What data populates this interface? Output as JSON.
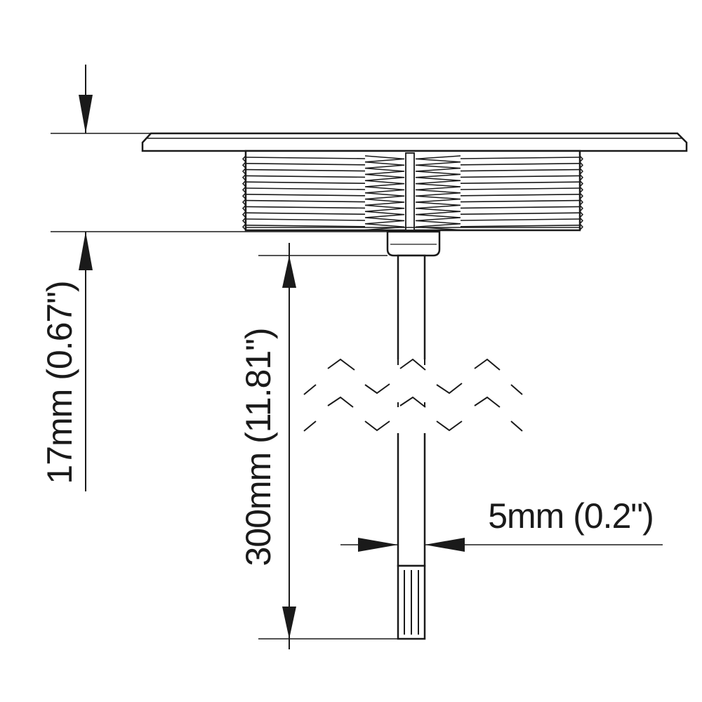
{
  "dimensions": {
    "thickness": "17mm (0.67\")",
    "cable_length": "300mm (11.81\")",
    "cable_diameter": "5mm (0.2\")"
  },
  "colors": {
    "line": "#1a1a1a",
    "background": "#ffffff"
  }
}
